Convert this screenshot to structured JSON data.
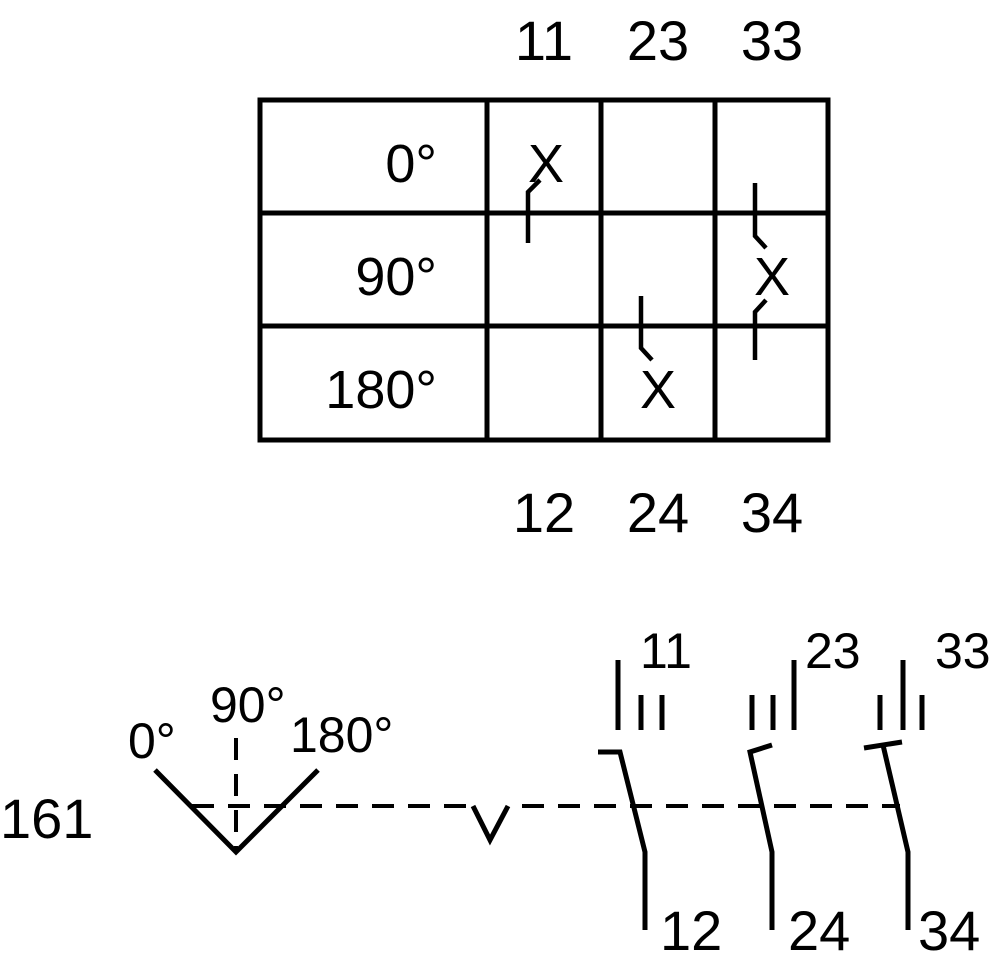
{
  "table": {
    "top_terminals": [
      "11",
      "23",
      "33"
    ],
    "bottom_terminals": [
      "12",
      "24",
      "34"
    ],
    "positions": [
      "0°",
      "90°",
      "180°"
    ],
    "closed_marks": [
      {
        "row": 0,
        "col": 0,
        "mark": "X"
      },
      {
        "row": 1,
        "col": 2,
        "mark": "X"
      },
      {
        "row": 2,
        "col": 1,
        "mark": "X"
      }
    ]
  },
  "symbol": {
    "device_number": "161",
    "positions": [
      "0°",
      "90°",
      "180°"
    ],
    "contacts": [
      {
        "top": "11",
        "bottom": "12"
      },
      {
        "top": "23",
        "bottom": "24"
      },
      {
        "top": "33",
        "bottom": "34"
      }
    ]
  },
  "colors": {
    "ink": "#000000",
    "background": "#ffffff"
  }
}
